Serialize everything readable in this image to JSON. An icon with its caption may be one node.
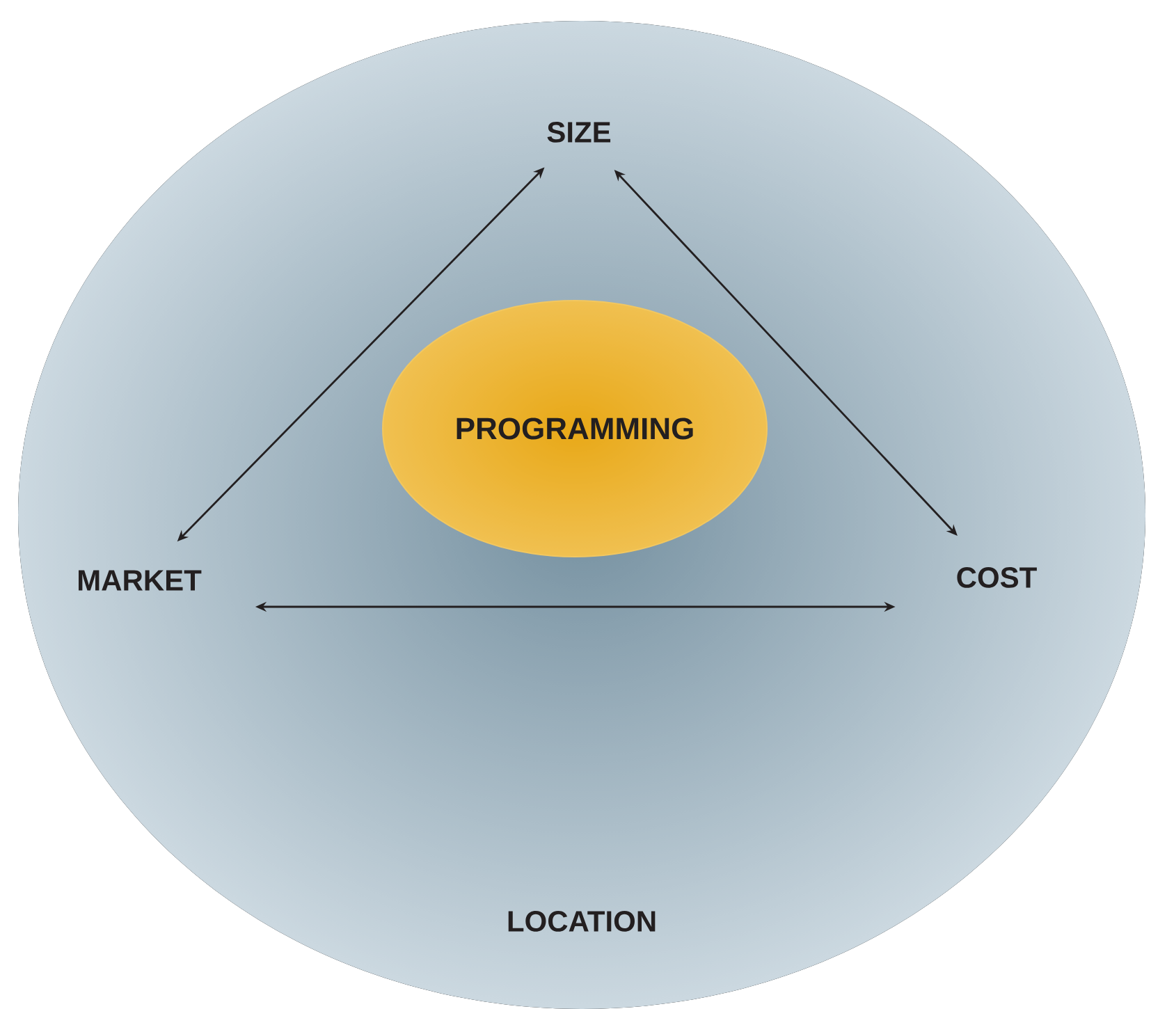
{
  "diagram": {
    "nodes": [
      {
        "text": [
          "LOCATION"
        ]
      },
      {
        "text": [
          "SIZE"
        ],
        "in": 0
      },
      {
        "text": [
          "MARKET"
        ],
        "in": 0
      },
      {
        "text": [
          "COST"
        ],
        "in": 0
      },
      {
        "text": [
          "PROGRAMMING"
        ],
        "in": 0
      }
    ],
    "edges": [
      {
        "from": 2,
        "to": 1,
        "arrow": "both"
      },
      {
        "from": 1,
        "to": 3,
        "arrow": "both"
      },
      {
        "from": 2,
        "to": 3,
        "arrow": "both"
      }
    ]
  }
}
